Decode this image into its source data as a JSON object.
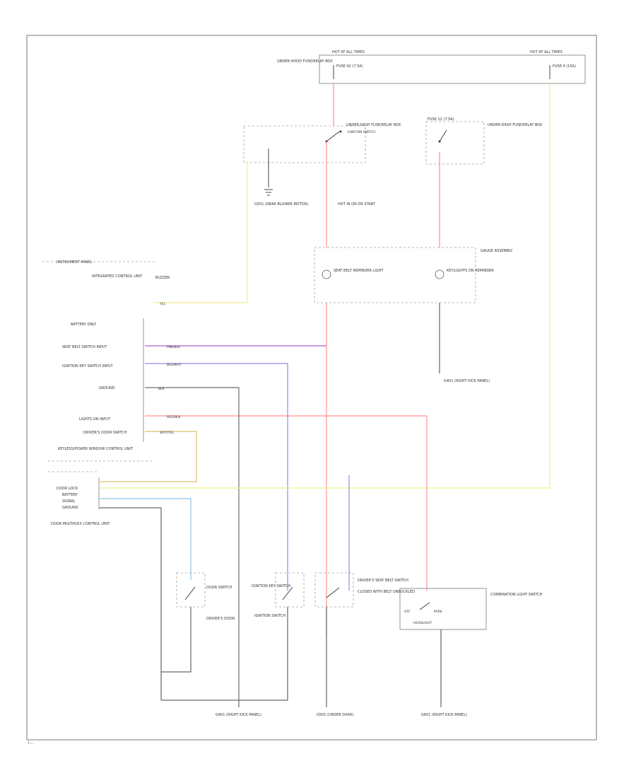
{
  "footer_code": "I-...",
  "labels": {
    "fuse_top_left": "HOT AT ALL TIMES",
    "fuse_top_right": "HOT AT ALL TIMES",
    "underhood_fuse": "UNDER-HOOD FUSE/RELAY BOX",
    "fuse_a": "FUSE 42 (7.5A)",
    "fuse_b": "FUSE 4 (15A)",
    "key_switch": "UNDER-DASH FUSE/RELAY BOX",
    "hot_run": "HOT IN ON OR START",
    "ign_switch_lbl": "IGNITION SWITCH",
    "fuse_c": "FUSE 12 (7.5A)",
    "dash_relay_box": "UNDER-DASH FUSE/RELAY BOX",
    "g_ground": "G501 (NEAR BLOWER MOTOR)",
    "instrument_panel": "INSTRUMENT PANEL",
    "gauge_assembly": "GAUGE ASSEMBLY",
    "seat_belt_ind": "SEAT BELT REMINDER LIGHT",
    "door_ind": "KEY/LIGHTS ON REMINDER",
    "ind_ground": "G401 (RIGHT KICK PANEL)",
    "integrated_ctrl": "INTEGRATED CONTROL UNIT",
    "battery_only": "BATTERY ONLY",
    "buzzer": "BUZZER",
    "pin_seat_belt": "SEAT BELT SWITCH INPUT",
    "pin_key": "IGNITION KEY SWITCH INPUT",
    "pin_ground": "GROUND",
    "pin_light": "LIGHTS ON INPUT",
    "pin_door": "DRIVER'S DOOR SWITCH",
    "wire_pur": "PNK/BLU",
    "wire_blu": "BLU/WHT",
    "wire_gry": "BLK",
    "wire_red": "RED/BLK",
    "wire_tan": "WHT/YEL",
    "wire_yel": "YEL",
    "keyless_unit": "KEYLESS/POWER WINDOW CONTROL UNIT",
    "door_lock_unit": "DOOR MULTIPLEX CONTROL UNIT",
    "pin_dl_1": "DOOR LOCK",
    "pin_dl_2": "BATTERY",
    "pin_dl_3": "SIGNAL",
    "pin_dl_4": "GROUND",
    "driver_door_switch": "DOOR SWITCH",
    "driver_door_lbl": "DRIVER'S DOOR",
    "key_switch_dev": "IGNITION KEY SWITCH",
    "key_switch_lbl": "IGNITION SWITCH",
    "seat_belt_switch": "DRIVER'S SEAT BELT SWITCH",
    "seat_belt_buckle": "CLOSED WITH BELT UNBUCKLED",
    "combination_switch": "COMBINATION LIGHT SWITCH",
    "combination_off": "OFF",
    "combination_park": "PARK",
    "combination_head": "HEADLIGHT",
    "g_bottom_left": "G401 (RIGHT KICK PANEL)",
    "g_bottom_mid": "G501 (UNDER DASH)",
    "g_bottom_right": "G601 (RIGHT KICK PANEL)"
  }
}
